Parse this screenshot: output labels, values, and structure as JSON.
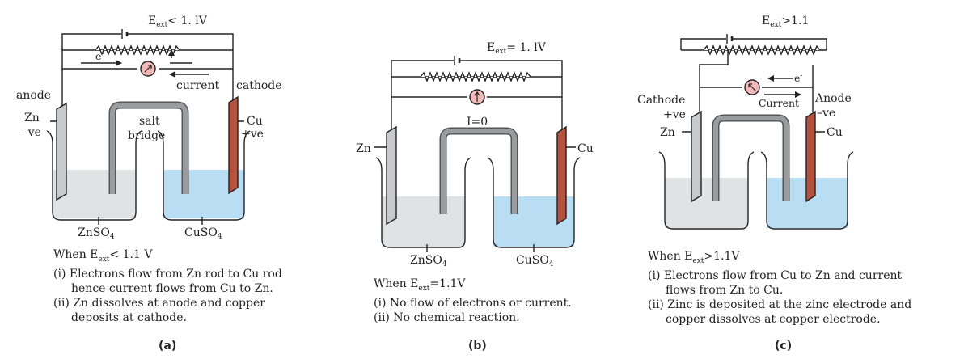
{
  "colors": {
    "solution_zn": "#e1e2e4",
    "solution_cu": "#b9def3",
    "cu_rod": "#b3533f",
    "zn_rod": "#c9cacc",
    "meter": "#f2b9b9",
    "bridge": "#8c8e91"
  },
  "panel_a": {
    "eext": "E",
    "eext_sub": "ext",
    "eext_rest": "< 1. lV",
    "electron": "e",
    "electron_sup": "-",
    "current": "current",
    "cathode": "cathode",
    "anode": "anode",
    "zn": "Zn",
    "zn_sign": "-ve",
    "salt": "salt",
    "bridge": "bridge",
    "cu": "Cu",
    "cu_sign": "+ve",
    "znso4": "ZnSO",
    "znso4_sub": "4",
    "cuso4": "CuSO",
    "cuso4_sub": "4",
    "cond_pre": "When E",
    "cond_sub": "ext",
    "cond_rest": "< 1.1 V",
    "l1a": "(i) Electrons flow from Zn rod to Cu rod",
    "l1b": "hence current flows from Cu to Zn.",
    "l2a": "(ii) Zn dissolves at anode and copper",
    "l2b": "deposits at cathode.",
    "tag": "(a)"
  },
  "panel_b": {
    "eext": "E",
    "eext_sub": "ext",
    "eext_rest": "= 1. lV",
    "i0": "I=0",
    "zn": "Zn",
    "cu": "Cu",
    "znso4": "ZnSO",
    "znso4_sub": "4",
    "cuso4": "CuSO",
    "cuso4_sub": "4",
    "cond_pre": "When E",
    "cond_sub": "ext",
    "cond_rest": "=1.1V",
    "l1": "(i) No flow of electrons or current.",
    "l2": "(ii) No chemical reaction.",
    "tag": "(b)"
  },
  "panel_c": {
    "eext": "E",
    "eext_sub": "ext",
    "eext_rest": ">1.1",
    "electron": "e",
    "electron_sup": "-",
    "current": "Current",
    "cathode": "Cathode",
    "cathode_sign": "+ve",
    "anode": "Anode",
    "anode_sign": "–ve",
    "zn": "Zn",
    "cu": "Cu",
    "cond_pre": "When E",
    "cond_sub": "ext",
    "cond_rest": ">1.1V",
    "l1a": "(i) Electrons flow from Cu to Zn and current",
    "l1b": "flows from Zn to Cu.",
    "l2a": "(ii) Zinc is deposited at the zinc electrode and",
    "l2b": "copper dissolves at copper electrode.",
    "tag": "(c)"
  }
}
